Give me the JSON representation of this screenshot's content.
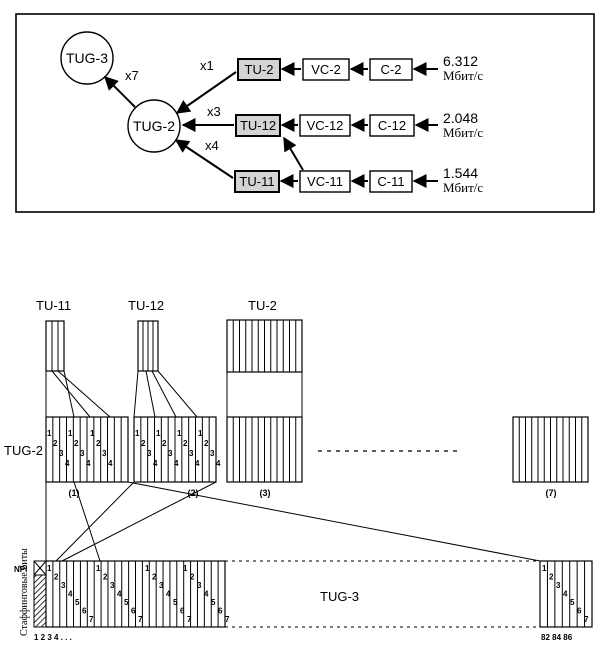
{
  "top_diagram": {
    "tug3": "TUG-3",
    "tug2": "TUG-2",
    "mult_tug3": "x7",
    "mult_tu2": "x1",
    "mult_tu12": "x3",
    "mult_tu11": "x4",
    "rows": [
      {
        "tu": "TU-2",
        "vc": "VC-2",
        "c": "C-2",
        "rate": "6.312",
        "unit": "Мбит/с"
      },
      {
        "tu": "TU-12",
        "vc": "VC-12",
        "c": "C-12",
        "rate": "2.048",
        "unit": "Мбит/с"
      },
      {
        "tu": "TU-11",
        "vc": "VC-11",
        "c": "C-11",
        "rate": "1.544",
        "unit": "Мбит/с"
      }
    ]
  },
  "bottom_diagram": {
    "tu11_label": "TU-11",
    "tu12_label": "TU-12",
    "tu2_label": "TU-2",
    "tug2_label": "TUG-2",
    "groups": [
      "(1)",
      "(2)",
      "(3)",
      "(7)"
    ],
    "tug3_label": "TUG-3",
    "npi_label": "NPI",
    "stuff_label": "Стаффинговые биты",
    "col_start": "1 2 3 4 . . .",
    "col_end": "82 84 86",
    "tug2_digits": [
      "1",
      "2",
      "3",
      "4"
    ],
    "tug3_digits": [
      "1",
      "2",
      "3",
      "4",
      "5",
      "6",
      "7"
    ]
  },
  "colors": {
    "tu_fill": "#d4d4d4",
    "line": "#000000"
  }
}
